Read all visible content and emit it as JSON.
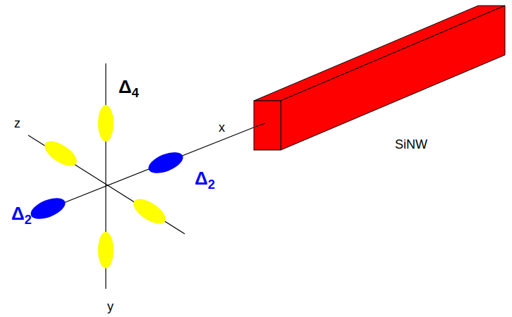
{
  "diagram": {
    "labels": [
      "z",
      "x",
      "y",
      "Δ4",
      "Δ2",
      "Δ2",
      "SiNW"
    ]
  }
}
